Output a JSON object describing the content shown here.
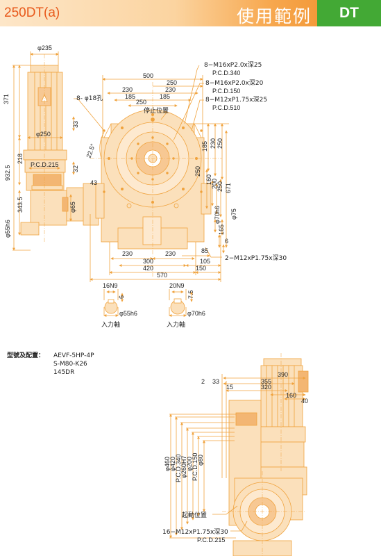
{
  "header": {
    "model_code": "250DT(a)",
    "title": "使用範例",
    "badge": "DT"
  },
  "top_view": {
    "motor_diameter": "φ235",
    "motor_height": "371",
    "hole_label": "8- φ18孔",
    "dim_33": "33",
    "flange_diameter": "φ250",
    "dim_218": "218",
    "dim_9325": "932.5",
    "angle": "22.5°",
    "pcd_215": "P.C.D.215",
    "dim_32": "32",
    "dim_43": "43",
    "dim_3435": "343.5",
    "shaft_dia_65": "φ65",
    "shaft_55h6": "φ55h6",
    "width_500": "500",
    "dim_250": "250",
    "dim_230_a": "230",
    "dim_230_b": "230",
    "dim_185_a": "185",
    "dim_185_b": "185",
    "dim_250_c": "250",
    "stop_position": "停止位置",
    "callout_1": "8−M16xP2.0x深25",
    "callout_1_pcd": "P.C.D.340",
    "callout_2": "8−M16xP2.0x深20",
    "callout_2_pcd": "P.C.D.150",
    "callout_3": "8−M12xP1.75x深25",
    "callout_3_pcd": "P.C.D.510",
    "v_185": "185",
    "v_230": "230",
    "v_250": "250",
    "v_250b": "250",
    "v_160": "160",
    "v_200": "200",
    "v_250c": "250",
    "v_671": "671",
    "v_70h6": "φ70h6",
    "v_75": "φ75",
    "v_165": "165",
    "v_6": "6",
    "bottom_230_a": "230",
    "bottom_230_b": "230",
    "bottom_85": "85",
    "bottom_300": "300",
    "bottom_105": "105",
    "bottom_420": "420",
    "bottom_150": "150",
    "bottom_570": "570",
    "bottom_callout": "2−M12xP1.75x深30"
  },
  "shaft_details": {
    "left_key": "16N9",
    "left_depth": "6",
    "left_dia": "φ55h6",
    "left_label": "入力軸",
    "right_key": "20N9",
    "right_depth": "7.5",
    "right_dia": "φ70h6",
    "right_label": "入力軸"
  },
  "spec": {
    "label": "型號及配置：",
    "line1": "AEVF-5HP-4P",
    "line2": "S-M80-K26",
    "line3": "145DR"
  },
  "side_view": {
    "d_390": "390",
    "d_2": "2",
    "d_33": "33",
    "d_355": "355",
    "d_15": "15",
    "d_320": "320",
    "d_160": "160",
    "d_40": "40",
    "v_460": "φ460",
    "v_420": "φ420",
    "v_pcd340": "P.C.D.340",
    "v_260h7": "φ260H7",
    "v_200": "φ200",
    "v_pcd150": "P.C.D.150",
    "v_80": "φ80",
    "start_position": "起動位置",
    "callout": "16−M12xP1.75x深30",
    "callout_pcd": "P.C.D.215"
  },
  "colors": {
    "line": "#f0a23c",
    "fill": "#fbe0bb",
    "fill_dark": "#f3b673",
    "badge": "#43a935",
    "title_code": "#e8581a"
  }
}
